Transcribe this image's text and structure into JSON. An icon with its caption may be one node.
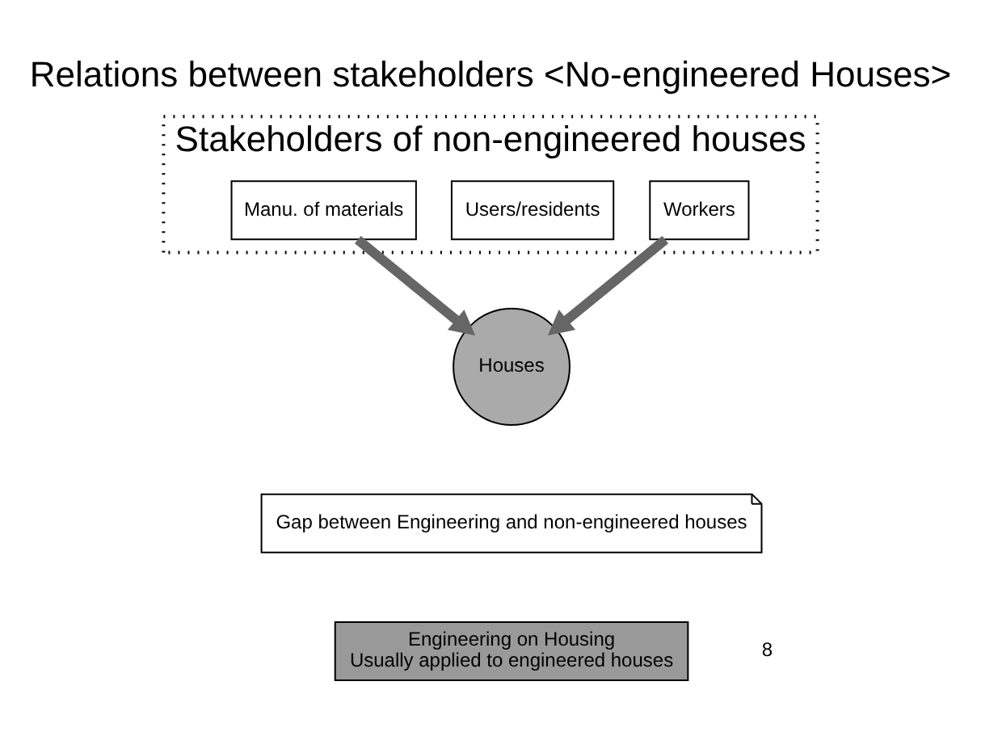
{
  "diagram": {
    "title": "Relations between stakeholders <No-engineered Houses>",
    "nodes": [
      {
        "text": [
          "Stakeholders of non-engineered houses"
        ]
      },
      {
        "text": [
          "Manu. of materials"
        ],
        "in": 0
      },
      {
        "text": [
          "Users/residents"
        ],
        "in": 0
      },
      {
        "text": [
          "Workers"
        ],
        "in": 0
      },
      {
        "text": [
          "Houses"
        ]
      },
      {
        "text": [
          "Gap between Engineering and non-engineered houses"
        ]
      },
      {
        "text": [
          "Engineering on Housing",
          "Usually applied to engineered houses"
        ]
      }
    ],
    "edges": [
      {
        "from": 1,
        "to": 4,
        "arrow": "to"
      },
      {
        "from": 3,
        "to": 4,
        "arrow": "to"
      }
    ],
    "labels": [
      "8"
    ]
  }
}
